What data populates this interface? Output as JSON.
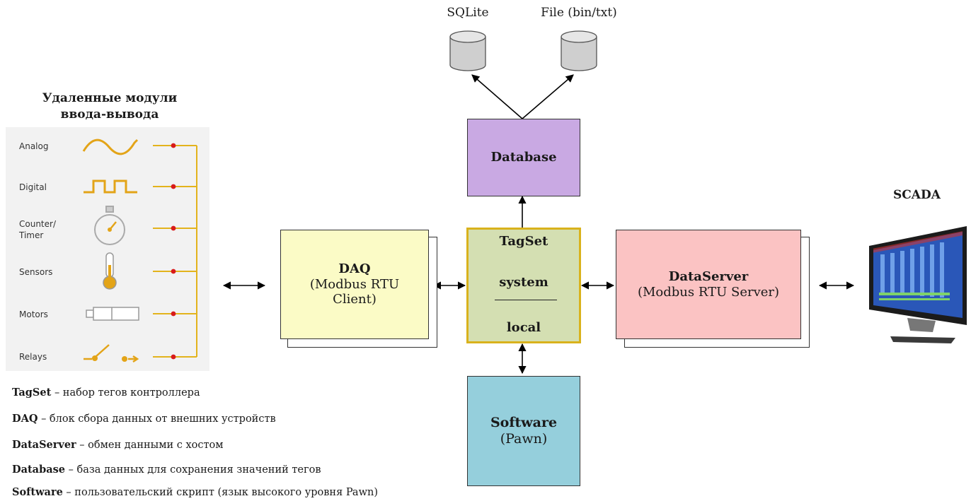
{
  "remote_io": {
    "title_line1": "Удаленные модули",
    "title_line2": "ввода-вывода",
    "items": [
      "Analog",
      "Digital",
      "Counter/",
      "Timer",
      "Sensors",
      "Motors",
      "Relays"
    ]
  },
  "storage": {
    "sqlite": "SQLite",
    "file": "File (bin/txt)"
  },
  "database_box": {
    "label": "Database",
    "color": "#c9a9e3"
  },
  "daq_box": {
    "title": "DAQ",
    "line2": "(Modbus RTU",
    "line3": "Client)",
    "color": "#fbfbc6"
  },
  "tagset_box": {
    "title": "TagSet",
    "system": "system",
    "local": "local",
    "color": "#d4dfb2",
    "border": "#d9b21c"
  },
  "dataserver_box": {
    "title": "DataServer",
    "subtitle": "(Modbus RTU Server)",
    "color": "#fbc3c3"
  },
  "software_box": {
    "title": "Software",
    "subtitle": "(Pawn)",
    "color": "#95cfdc"
  },
  "scada": {
    "label": "SCADA"
  },
  "legend": [
    {
      "term": "TagSet",
      "desc": " – набор тегов контроллера"
    },
    {
      "term": "DAQ",
      "desc": " – блок сбора данных от внешних устройств"
    },
    {
      "term": "DataServer",
      "desc": " – обмен данными с  хостом"
    },
    {
      "term": "Database",
      "desc": " – база данных для сохранения значений тегов"
    },
    {
      "term": "Software",
      "desc": " – пользовательский скрипт (язык высокого уровня Pawn)"
    }
  ]
}
